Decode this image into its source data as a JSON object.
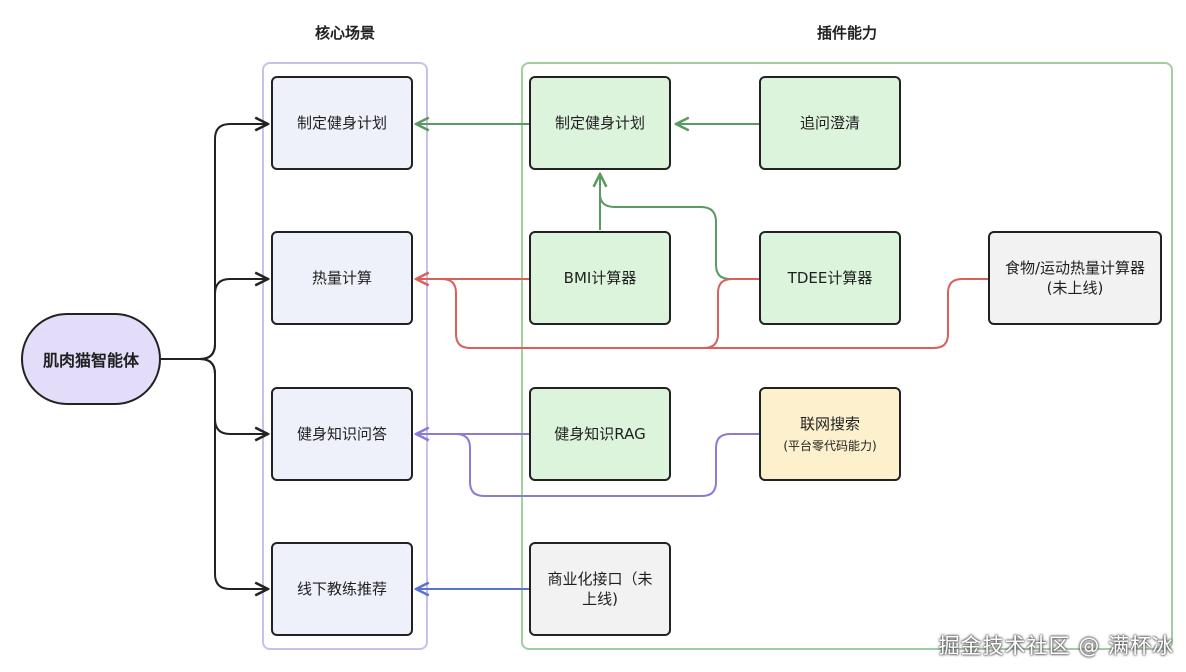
{
  "headings": {
    "core": "核心场景",
    "plugins": "插件能力"
  },
  "root": "肌肉猫智能体",
  "scenes": {
    "plan": "制定健身计划",
    "calorie": "热量计算",
    "qa": "健身知识问答",
    "coach": "线下教练推荐"
  },
  "plugins": {
    "plan": "制定健身计划",
    "clarify": "追问澄清",
    "bmi": "BMI计算器",
    "tdee": "TDEE计算器",
    "food_calc": "食物/运动热量计算器",
    "food_calc_note": "(未上线)",
    "rag": "健身知识RAG",
    "web_search": "联网搜索",
    "web_search_note": "(平台零代码能力)",
    "commercial_line1": "商业化接口（未",
    "commercial_line2": "上线)"
  },
  "colors": {
    "green_edge": "#5b9a62",
    "red_edge": "#d9615b",
    "purple_edge": "#8b7bd6",
    "blue_edge": "#5a72d0",
    "black_edge": "#222222",
    "core_border": "#c9c1ec",
    "plugin_border": "#9fcfa3"
  },
  "watermark": "掘金技术社区 @ 满杯冰"
}
